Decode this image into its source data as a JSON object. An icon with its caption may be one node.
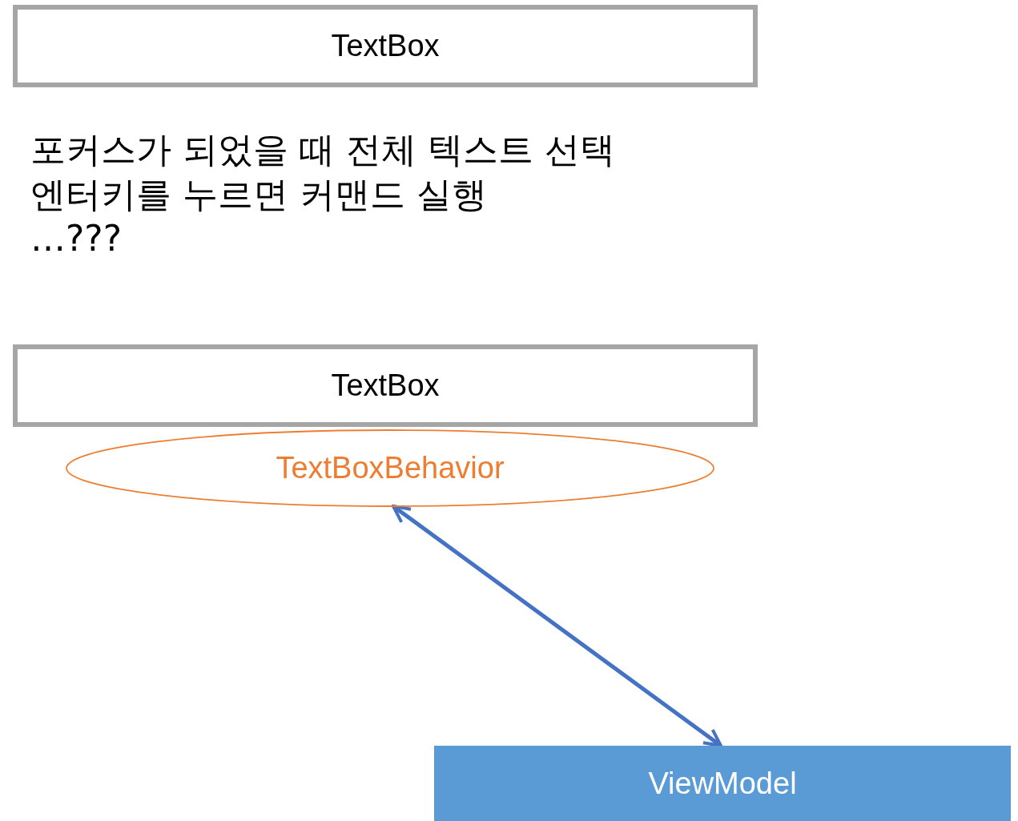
{
  "diagram": {
    "nodes": [
      {
        "text": [
          "TextBox"
        ]
      },
      {
        "text": [
          "TextBox"
        ]
      },
      {
        "text": [
          "TextBoxBehavior"
        ]
      },
      {
        "text": [
          "ViewModel"
        ]
      }
    ],
    "edges": [
      {
        "from": 2,
        "to": 3,
        "arrow": "both",
        "color": "#4472c4"
      }
    ],
    "labels": [
      "포커스가 되었을 때 전체 텍스트 선택",
      "엔터키를 누르면 커맨드 실행",
      "…???"
    ]
  }
}
